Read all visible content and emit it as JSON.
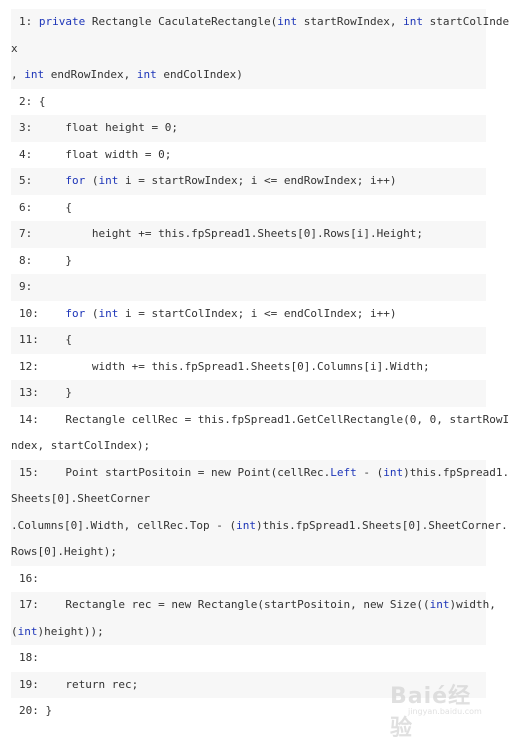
{
  "code_lines": [
    {
      "segments": [
        {
          "t": "1: "
        },
        {
          "t": "private",
          "kw": true
        },
        {
          "t": " Rectangle CaculateRectangle("
        },
        {
          "t": "int",
          "kw": true
        },
        {
          "t": " startRowIndex, "
        },
        {
          "t": "int",
          "kw": true
        },
        {
          "t": " startColInde"
        }
      ]
    },
    {
      "segments": [
        {
          "t": "x"
        }
      ]
    },
    {
      "segments": [
        {
          "t": ", "
        },
        {
          "t": "int",
          "kw": true
        },
        {
          "t": " endRowIndex, "
        },
        {
          "t": "int",
          "kw": true
        },
        {
          "t": " endColIndex)"
        }
      ]
    },
    {
      "segments": [
        {
          "t": "2: {"
        }
      ]
    },
    {
      "segments": [
        {
          "t": "3:     float height = 0;"
        }
      ]
    },
    {
      "segments": [
        {
          "t": "4:     float width = 0;"
        }
      ]
    },
    {
      "segments": [
        {
          "t": "5:     "
        },
        {
          "t": "for",
          "kw": true
        },
        {
          "t": " ("
        },
        {
          "t": "int",
          "kw": true
        },
        {
          "t": " i = startRowIndex; i <= endRowIndex; i++)"
        }
      ]
    },
    {
      "segments": [
        {
          "t": "6:     {"
        }
      ]
    },
    {
      "segments": [
        {
          "t": "7:         height += this.fpSpread1.Sheets[0].Rows[i].Height;"
        }
      ]
    },
    {
      "segments": [
        {
          "t": "8:     }"
        }
      ]
    },
    {
      "segments": [
        {
          "t": "9:"
        }
      ]
    },
    {
      "segments": [
        {
          "t": "10:    "
        },
        {
          "t": "for",
          "kw": true
        },
        {
          "t": " ("
        },
        {
          "t": "int",
          "kw": true
        },
        {
          "t": " i = startColIndex; i <= endColIndex; i++)"
        }
      ]
    },
    {
      "segments": [
        {
          "t": "11:    {"
        }
      ]
    },
    {
      "segments": [
        {
          "t": "12:        width += this.fpSpread1.Sheets[0].Columns[i].Width;"
        }
      ]
    },
    {
      "segments": [
        {
          "t": "13:    }"
        }
      ]
    },
    {
      "segments": [
        {
          "t": "14:    Rectangle cellRec = this.fpSpread1.GetCellRectangle(0, 0, startRowI"
        }
      ]
    },
    {
      "segments": [
        {
          "t": "ndex, startColIndex);"
        }
      ]
    },
    {
      "segments": [
        {
          "t": "15:    Point startPositoin = new Point(cellRec."
        },
        {
          "t": "Left",
          "kw": true
        },
        {
          "t": " - ("
        },
        {
          "t": "int",
          "kw": true
        },
        {
          "t": ")this.fpSpread1."
        }
      ]
    },
    {
      "segments": [
        {
          "t": "Sheets[0].SheetCorner"
        }
      ]
    },
    {
      "segments": [
        {
          "t": ".Columns[0].Width, cellRec.Top - ("
        },
        {
          "t": "int",
          "kw": true
        },
        {
          "t": ")this.fpSpread1.Sheets[0].SheetCorner."
        }
      ]
    },
    {
      "segments": [
        {
          "t": "Rows[0].Height);"
        }
      ]
    },
    {
      "segments": [
        {
          "t": "16:"
        }
      ]
    },
    {
      "segments": [
        {
          "t": "17:    Rectangle rec = new Rectangle(startPositoin, new Size(("
        },
        {
          "t": "int",
          "kw": true
        },
        {
          "t": ")width,"
        }
      ]
    },
    {
      "segments": [
        {
          "t": "("
        },
        {
          "t": "int",
          "kw": true
        },
        {
          "t": ")height));"
        }
      ]
    },
    {
      "segments": [
        {
          "t": "18:"
        }
      ]
    },
    {
      "segments": [
        {
          "t": "19:    return rec;"
        }
      ]
    },
    {
      "segments": [
        {
          "t": "20: }"
        }
      ]
    }
  ],
  "row_layout": [
    {
      "bg": "odd",
      "start": true
    },
    {
      "bg": "odd",
      "start": false
    },
    {
      "bg": "odd",
      "start": false
    },
    {
      "bg": "even",
      "start": true
    },
    {
      "bg": "odd",
      "start": true
    },
    {
      "bg": "even",
      "start": true
    },
    {
      "bg": "odd",
      "start": true
    },
    {
      "bg": "even",
      "start": true
    },
    {
      "bg": "odd",
      "start": true
    },
    {
      "bg": "even",
      "start": true
    },
    {
      "bg": "odd",
      "start": true
    },
    {
      "bg": "even",
      "start": true
    },
    {
      "bg": "odd",
      "start": true
    },
    {
      "bg": "even",
      "start": true
    },
    {
      "bg": "odd",
      "start": true
    },
    {
      "bg": "even",
      "start": true
    },
    {
      "bg": "even",
      "start": false
    },
    {
      "bg": "odd",
      "start": true
    },
    {
      "bg": "odd",
      "start": false
    },
    {
      "bg": "odd",
      "start": false
    },
    {
      "bg": "odd",
      "start": false
    },
    {
      "bg": "even",
      "start": true
    },
    {
      "bg": "odd",
      "start": true
    },
    {
      "bg": "odd",
      "start": false
    },
    {
      "bg": "even",
      "start": true
    },
    {
      "bg": "odd",
      "start": true
    },
    {
      "bg": "even",
      "start": true
    }
  ],
  "colors": {
    "keyword": "#1d35b8",
    "text": "#333333",
    "stripe": "#f7f7f7"
  },
  "watermark": {
    "main": "Baié经验",
    "sub": "jingyan.baidu.com"
  }
}
